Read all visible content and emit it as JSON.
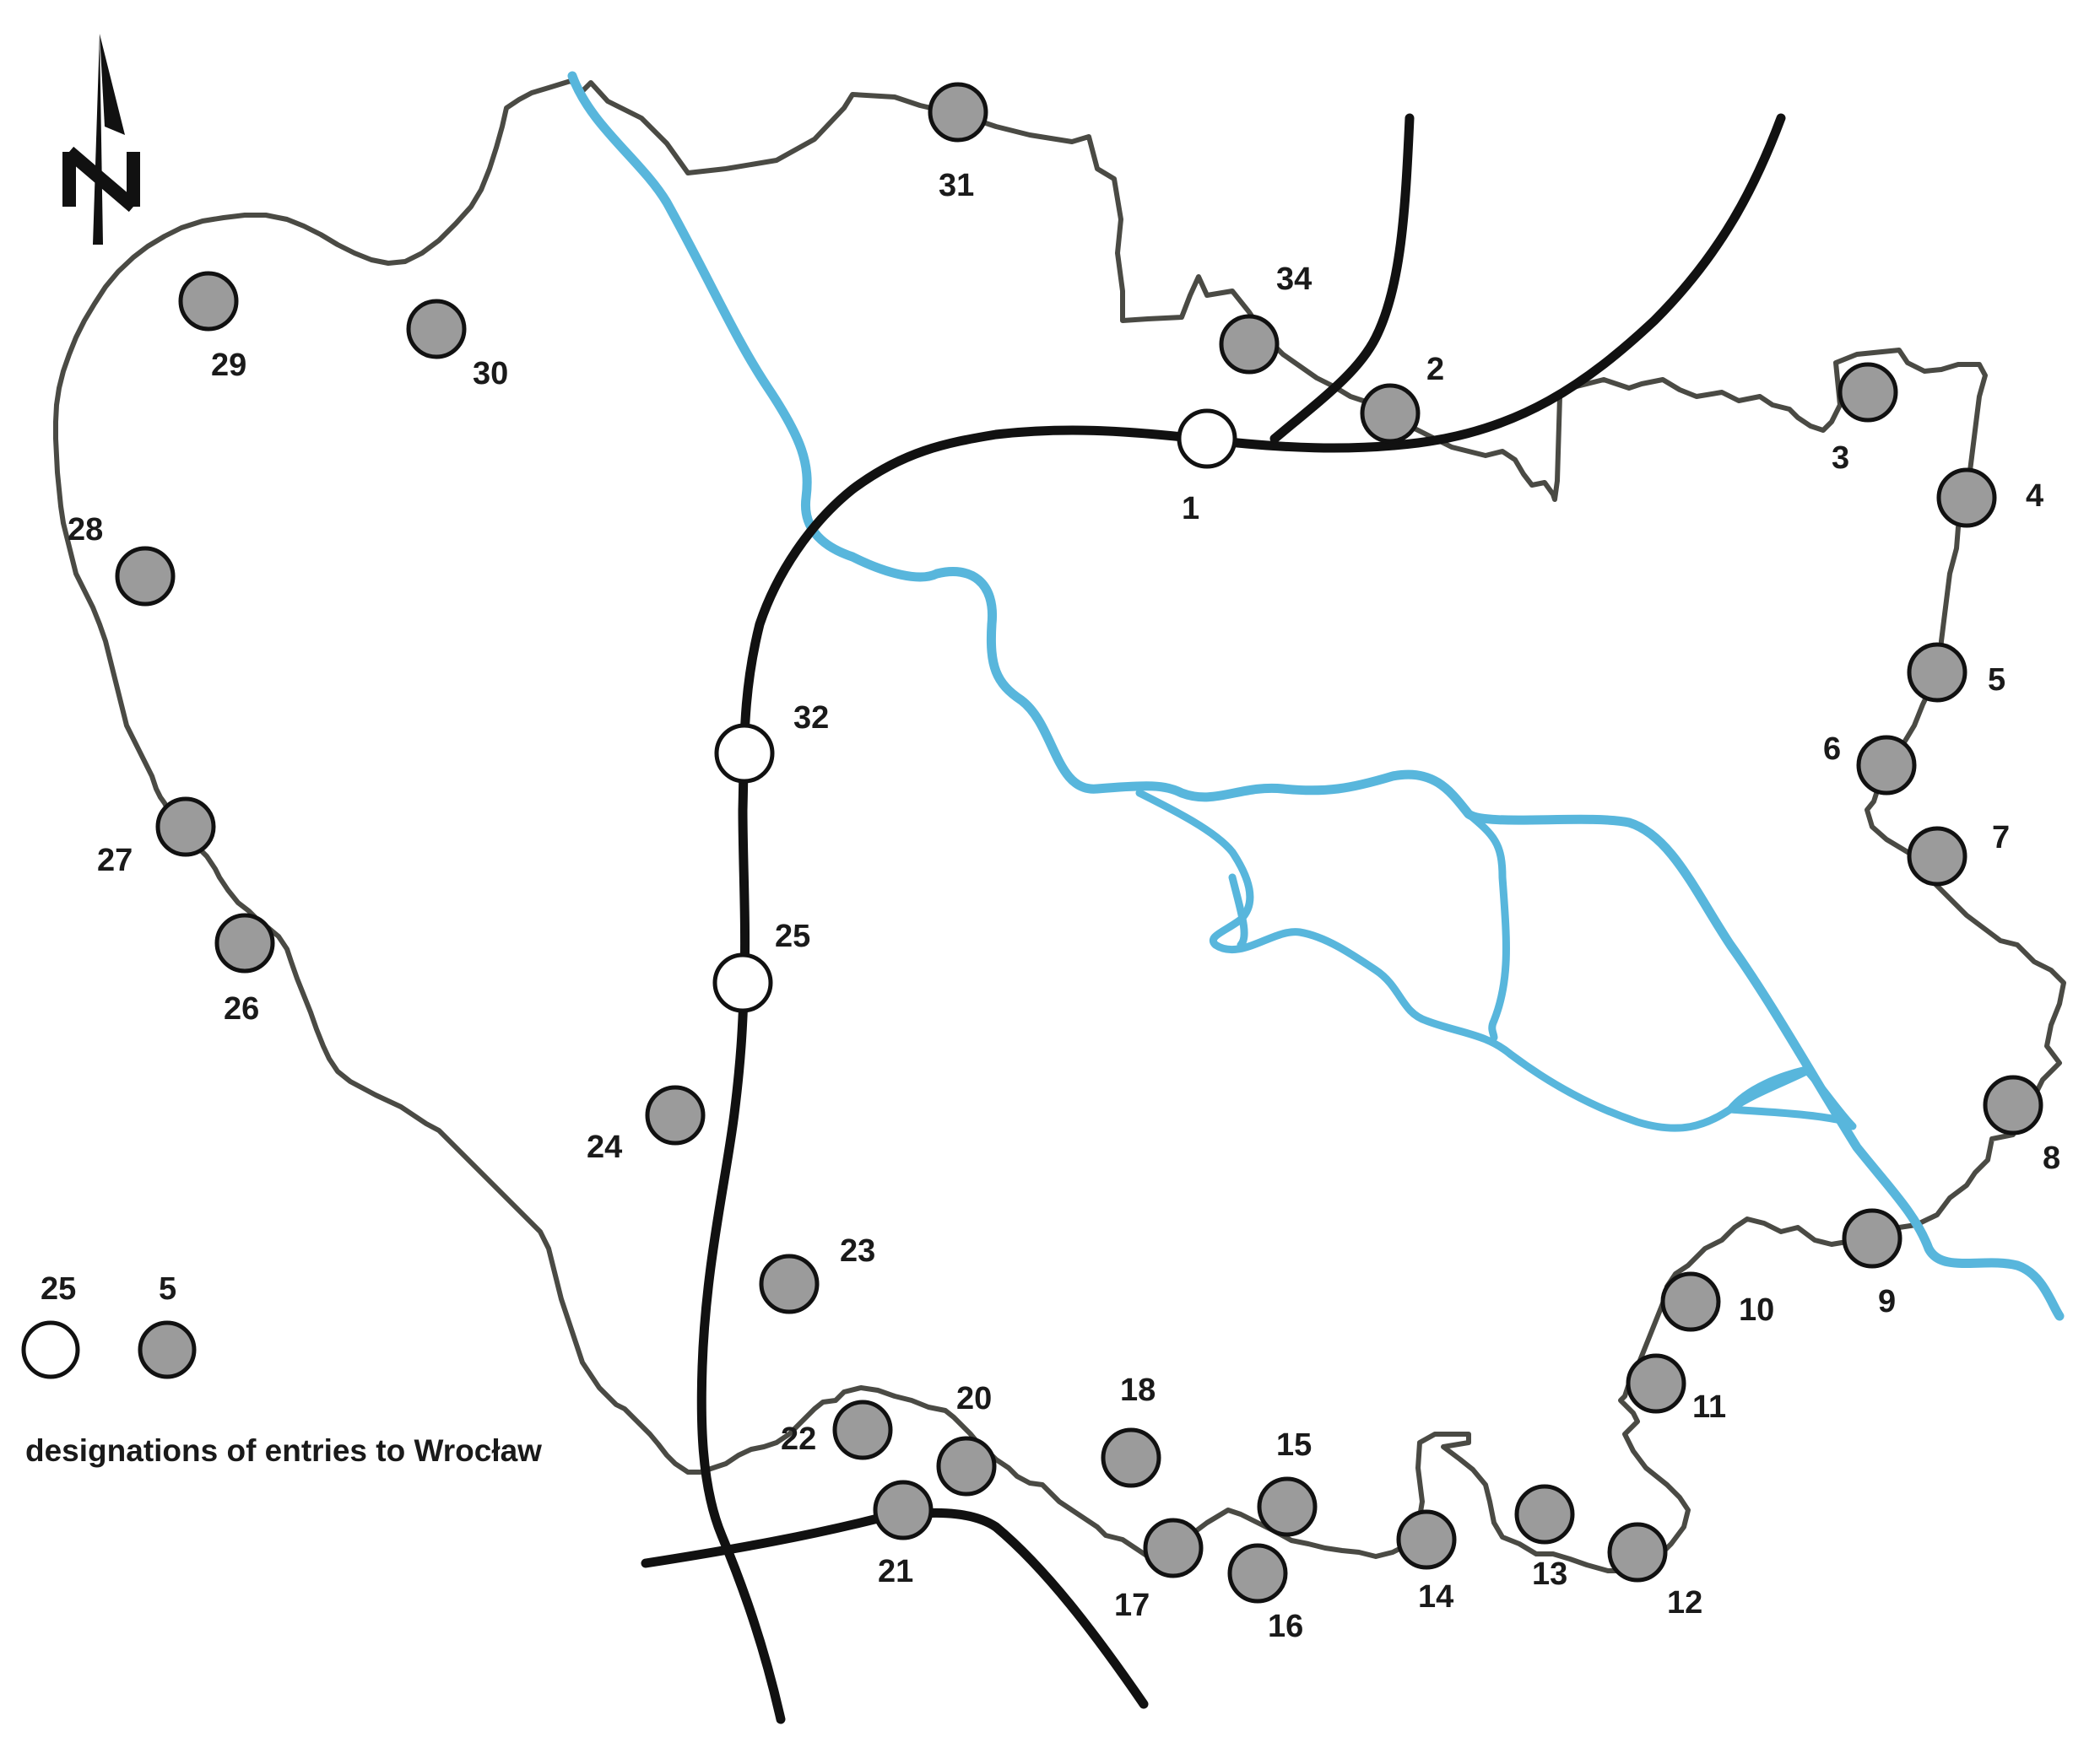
{
  "map": {
    "legend": {
      "title": "designations of entries to Wrocław",
      "items": [
        {
          "label": "25",
          "style": "open"
        },
        {
          "label": "5",
          "style": "filled"
        }
      ]
    },
    "compass": {
      "icon": "north-arrow-icon",
      "label": "N"
    },
    "colors": {
      "boundary": "#4a4a44",
      "river": "#58b6dc",
      "road": "#111111",
      "entry_filled": "#9b9b9b",
      "entry_open": "#ffffff"
    },
    "entries": [
      {
        "id": "1",
        "style": "open"
      },
      {
        "id": "2",
        "style": "filled"
      },
      {
        "id": "3",
        "style": "filled"
      },
      {
        "id": "4",
        "style": "filled"
      },
      {
        "id": "5",
        "style": "filled"
      },
      {
        "id": "6",
        "style": "filled"
      },
      {
        "id": "7",
        "style": "filled"
      },
      {
        "id": "8",
        "style": "filled"
      },
      {
        "id": "9",
        "style": "filled"
      },
      {
        "id": "10",
        "style": "filled"
      },
      {
        "id": "11",
        "style": "filled"
      },
      {
        "id": "12",
        "style": "filled"
      },
      {
        "id": "13",
        "style": "filled"
      },
      {
        "id": "14",
        "style": "filled"
      },
      {
        "id": "15",
        "style": "filled"
      },
      {
        "id": "16",
        "style": "filled"
      },
      {
        "id": "17",
        "style": "filled"
      },
      {
        "id": "18",
        "style": "filled"
      },
      {
        "id": "20",
        "style": "filled"
      },
      {
        "id": "21",
        "style": "filled"
      },
      {
        "id": "22",
        "style": "filled"
      },
      {
        "id": "23",
        "style": "filled"
      },
      {
        "id": "24",
        "style": "filled"
      },
      {
        "id": "25",
        "style": "open"
      },
      {
        "id": "26",
        "style": "filled"
      },
      {
        "id": "27",
        "style": "filled"
      },
      {
        "id": "28",
        "style": "filled"
      },
      {
        "id": "29",
        "style": "filled"
      },
      {
        "id": "30",
        "style": "filled"
      },
      {
        "id": "31",
        "style": "filled"
      },
      {
        "id": "32",
        "style": "open"
      },
      {
        "id": "34",
        "style": "filled"
      }
    ]
  }
}
